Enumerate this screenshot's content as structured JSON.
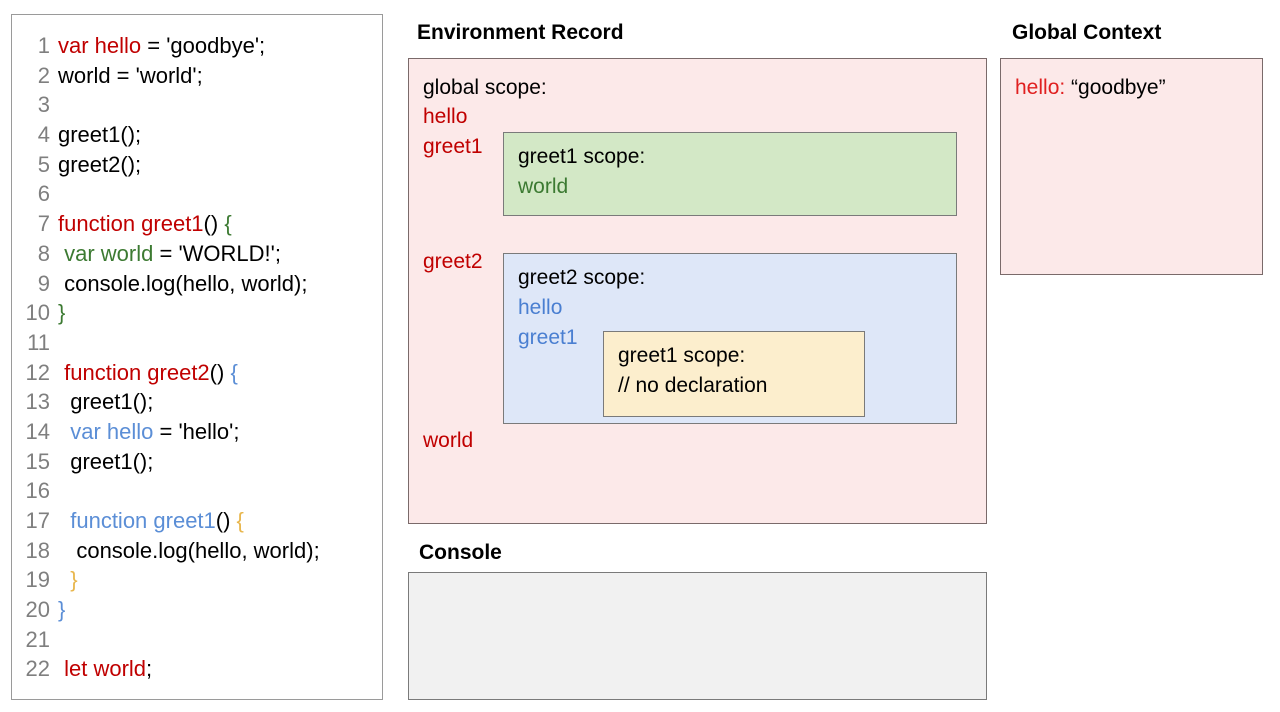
{
  "code_panel": {
    "lines": [
      {
        "n": "1",
        "tokens": [
          {
            "t": "var hello",
            "c": "red"
          },
          {
            "t": " = 'goodbye';",
            "c": "black"
          }
        ]
      },
      {
        "n": "2",
        "tokens": [
          {
            "t": "world = 'world';",
            "c": "black"
          }
        ]
      },
      {
        "n": "3",
        "tokens": [
          {
            "t": "",
            "c": "black"
          }
        ]
      },
      {
        "n": "4",
        "tokens": [
          {
            "t": "greet1();",
            "c": "black"
          }
        ]
      },
      {
        "n": "5",
        "tokens": [
          {
            "t": "greet2();",
            "c": "black"
          }
        ]
      },
      {
        "n": "6",
        "tokens": [
          {
            "t": "",
            "c": "black"
          }
        ]
      },
      {
        "n": "7",
        "tokens": [
          {
            "t": "function greet1",
            "c": "red"
          },
          {
            "t": "() ",
            "c": "black"
          },
          {
            "t": "{",
            "c": "green"
          }
        ]
      },
      {
        "n": "8",
        "tokens": [
          {
            "t": " ",
            "c": "black"
          },
          {
            "t": "var world",
            "c": "green"
          },
          {
            "t": " = 'WORLD!';",
            "c": "black"
          }
        ]
      },
      {
        "n": "9",
        "tokens": [
          {
            "t": " console.log(hello, world);",
            "c": "black"
          }
        ]
      },
      {
        "n": "10",
        "tokens": [
          {
            "t": "}",
            "c": "green"
          }
        ]
      },
      {
        "n": "11",
        "tokens": [
          {
            "t": "",
            "c": "black"
          }
        ]
      },
      {
        "n": "12",
        "tokens": [
          {
            "t": " ",
            "c": "black"
          },
          {
            "t": "function greet2",
            "c": "red"
          },
          {
            "t": "() ",
            "c": "black"
          },
          {
            "t": "{",
            "c": "blue"
          }
        ]
      },
      {
        "n": "13",
        "tokens": [
          {
            "t": "  greet1();",
            "c": "black"
          }
        ]
      },
      {
        "n": "14",
        "tokens": [
          {
            "t": "  ",
            "c": "black"
          },
          {
            "t": "var hello",
            "c": "blue"
          },
          {
            "t": " = 'hello';",
            "c": "black"
          }
        ]
      },
      {
        "n": "15",
        "tokens": [
          {
            "t": "  greet1();",
            "c": "black"
          }
        ]
      },
      {
        "n": "16",
        "tokens": [
          {
            "t": "",
            "c": "black"
          }
        ]
      },
      {
        "n": "17",
        "tokens": [
          {
            "t": "  ",
            "c": "black"
          },
          {
            "t": "function greet1",
            "c": "blue"
          },
          {
            "t": "() ",
            "c": "black"
          },
          {
            "t": "{",
            "c": "orange"
          }
        ]
      },
      {
        "n": "18",
        "tokens": [
          {
            "t": "   console.log(hello, world);",
            "c": "black"
          }
        ]
      },
      {
        "n": "19",
        "tokens": [
          {
            "t": "  ",
            "c": "black"
          },
          {
            "t": "}",
            "c": "orange"
          }
        ]
      },
      {
        "n": "20",
        "tokens": [
          {
            "t": "}",
            "c": "blue"
          }
        ]
      },
      {
        "n": "21",
        "tokens": [
          {
            "t": "",
            "c": "black"
          }
        ]
      },
      {
        "n": "22",
        "tokens": [
          {
            "t": " ",
            "c": "black"
          },
          {
            "t": "let world",
            "c": "red"
          },
          {
            "t": ";",
            "c": "black"
          }
        ]
      }
    ]
  },
  "environment_record": {
    "title": "Environment Record",
    "global_scope": {
      "label": "global scope:",
      "bindings": [
        "hello",
        "greet1",
        "greet2",
        "world"
      ]
    },
    "greet1_scope": {
      "label": "greet1 scope:",
      "bindings": [
        "world"
      ]
    },
    "greet2_scope": {
      "label": "greet2 scope:",
      "bindings": [
        "hello",
        "greet1"
      ]
    },
    "greet1_inner_scope": {
      "label": "greet1 scope:",
      "note": "// no declaration"
    }
  },
  "global_context": {
    "title": "Global Context",
    "entry_key": "hello:",
    "entry_value": " “goodbye”"
  },
  "console": {
    "title": "Console",
    "output": ""
  },
  "colors": {
    "scope_pink": "#fce9e9",
    "scope_green": "#d3e8c6",
    "scope_blue": "#dee7f8",
    "scope_yellow": "#fceecd",
    "console_gray": "#f1f1f1",
    "token_red": "#c00000",
    "token_green": "#3c7a32",
    "token_blue": "#5b8ed6",
    "token_orange": "#e8b64c",
    "linenumber_gray": "#7f7f7f"
  }
}
